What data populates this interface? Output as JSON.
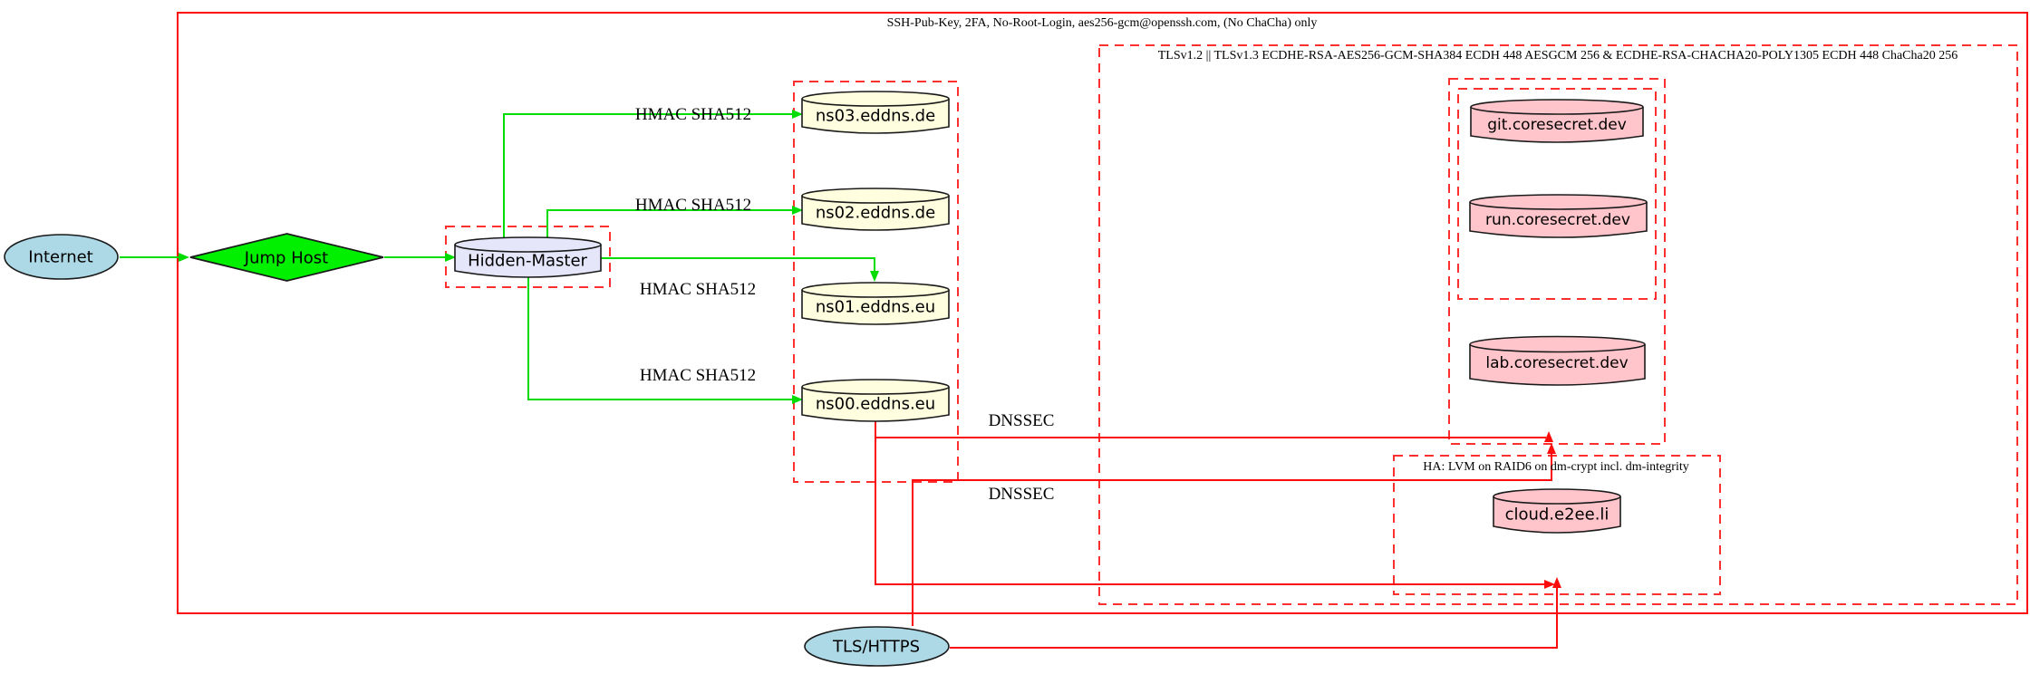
{
  "colors": {
    "node_blue": "#add8e6",
    "node_green": "#00f000",
    "node_lavender": "#e6e6fa",
    "node_yellow": "#ffffe0",
    "node_pink": "#ffc5cb",
    "edge_green": "#00dc00",
    "red_solid": "#fb0b0b",
    "red_dashed": "#fd2f2f",
    "node_border": "#1a1a1a"
  },
  "clusters": {
    "ssh_label": "SSH-Pub-Key, 2FA, No-Root-Login, aes256-gcm@openssh.com, (No ChaCha) only",
    "tls_label": "TLSv1.2 || TLSv1.3 ECDHE-RSA-AES256-GCM-SHA384 ECDH 448 AESGCM 256 & ECDHE-RSA-CHACHA20-POLY1305 ECDH 448 ChaCha20 256",
    "ha_label": "HA: LVM on RAID6 on dm-crypt incl. dm-integrity"
  },
  "nodes": {
    "internet": "Internet",
    "jump_host": "Jump Host",
    "hidden_master": "Hidden-Master",
    "ns03": "ns03.eddns.de",
    "ns02": "ns02.eddns.de",
    "ns01": "ns01.eddns.eu",
    "ns00": "ns00.eddns.eu",
    "git": "git.coresecret.dev",
    "run": "run.coresecret.dev",
    "lab": "lab.coresecret.dev",
    "cloud": "cloud.e2ee.li",
    "tls_https": "TLS/HTTPS"
  },
  "edge_labels": {
    "hmac_sha512": "HMAC SHA512",
    "dnssec": "DNSSEC"
  }
}
